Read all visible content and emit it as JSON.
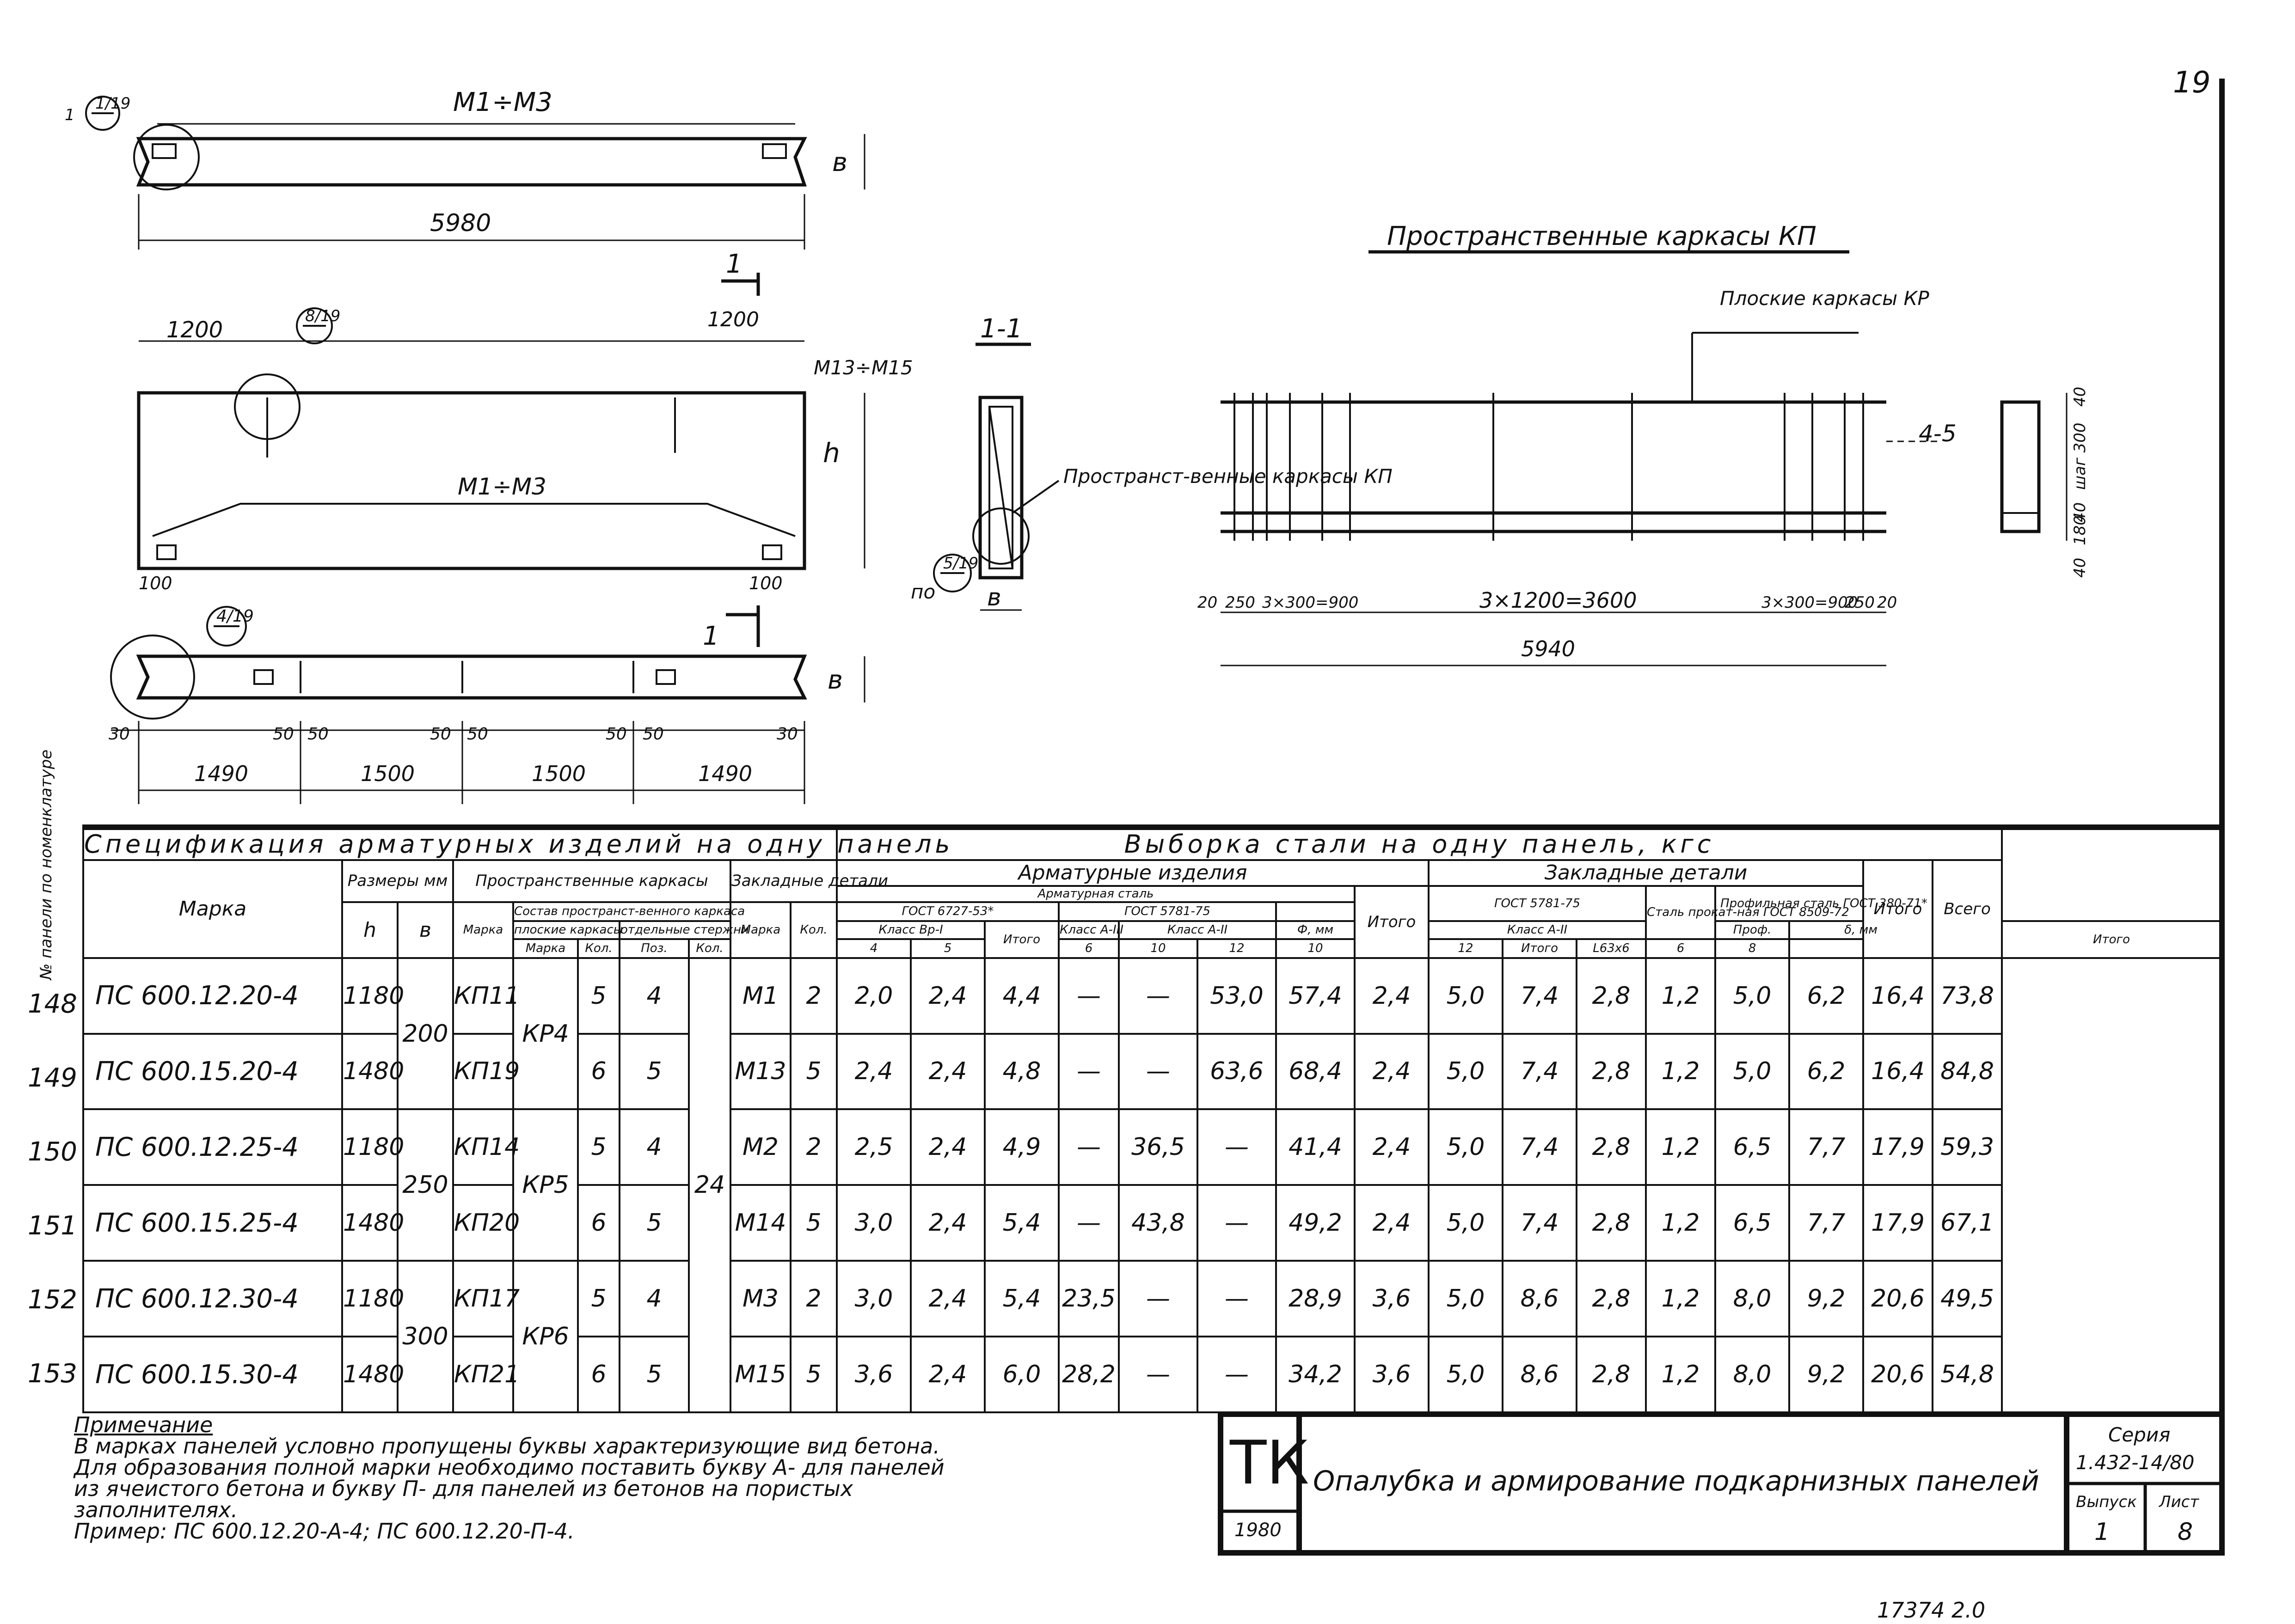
{
  "sheet": {
    "page_number": "19",
    "bottom_stamp": "17374  2.0"
  },
  "drawing": {
    "top_view": {
      "label": "М1÷М3",
      "length": "5980",
      "width_label": "в",
      "callout": "1/19",
      "callout_prefix": "1"
    },
    "elevation": {
      "dim_left": "1200",
      "dim_right": "1200",
      "callout": "8/19",
      "label_top": "М13÷М15",
      "label_mid": "М1÷М3",
      "height_label": "h",
      "dim_bl": "100",
      "dim_br": "100",
      "section_mark": "1"
    },
    "bottom_view": {
      "callout": "4/19",
      "width_label": "в",
      "small_dims": [
        "30",
        "50",
        "50",
        "50",
        "50",
        "50",
        "50",
        "30"
      ],
      "spans": [
        "1490",
        "1500",
        "1500",
        "1490"
      ],
      "section_mark": "1"
    },
    "section": {
      "title": "1-1",
      "leader": "Пространст-венные каркасы КП",
      "callout_prefix": "по",
      "callout": "5/19",
      "width_label": "в"
    },
    "frame": {
      "title": "Пространственные каркасы КП",
      "flat_label": "Плоские каркасы КР",
      "section_label": "4-5",
      "dims": [
        "20",
        "250",
        "3×300=900",
        "3×1200=3600",
        "3×300=900",
        "250",
        "20"
      ],
      "total": "5940",
      "side_dims": [
        "40",
        "шаг 300",
        "40",
        "180",
        "40"
      ]
    }
  },
  "table": {
    "left_head": "№ панели по номенклатуре",
    "spec_title": "Спецификация арматурных изделий на одну панель",
    "steel_title": "Выборка стали на одну панель, кгс",
    "col_mark": "Марка",
    "col_sizes": "Размеры мм",
    "col_h": "h",
    "col_b": "в",
    "col_spatial": "Пространственные каркасы",
    "col_pmark": "Марка",
    "col_composition": "Состав пространст-венного каркаса",
    "col_flat": "плоские каркасы",
    "col_rods": "отдельные стержни",
    "col_sub_mark": "Марка",
    "col_sub_qty": "Кол.",
    "col_sub_pos": "Поз.",
    "col_sub_qty2": "Кол.",
    "col_embedded": "Закладные детали",
    "col_emb_mark": "Марка",
    "col_emb_qty": "Кол.",
    "col_rebar_items": "Арматурные изделия",
    "col_rebar_steel": "Арматурная сталь",
    "gost1": "ГОСТ 6727-53*",
    "class1": "Класс Вр-I",
    "gost2": "ГОСТ 5781-75",
    "class2a": "Класс А-III",
    "class2b": "Класс А-II",
    "phi_mm": "Ф, мм",
    "d4": "4",
    "d5": "5",
    "d6": "6",
    "d10": "10",
    "d12": "12",
    "itogo": "Итого",
    "col_emb_details": "Закладные детали",
    "gost3": "ГОСТ 5781-75",
    "class3": "Класс А-II",
    "phi_mm2": "Ф, мм",
    "e10": "10",
    "e12": "12",
    "col_rolled": "Сталь прокат-ная ГОСТ 8509-72",
    "col_prof": "Проф.",
    "col_angle": "L63х6",
    "col_profile": "Профильная сталь ГОСТ 380-71*",
    "delta_mm": "δ, мм",
    "t6": "6",
    "t8": "8",
    "col_total": "Всего",
    "rows": [
      {
        "no": "148",
        "mark": "ПС 600.12.20-4",
        "h": "1180",
        "b": "200",
        "kp": "КП11",
        "kr": "КР4",
        "kr_q": "5",
        "pos_q": "4",
        "m": "М1",
        "mq": "2",
        "a4": "2,0",
        "a5": "2,4",
        "ai": "4,4",
        "c6": "—",
        "c10": "—",
        "c12": "53,0",
        "ci": "57,4",
        "e10": "2,4",
        "e12": "5,0",
        "ei": "7,4",
        "ang": "2,8",
        "p6": "1,2",
        "p8": "5,0",
        "pi": "6,2",
        "ti": "16,4",
        "total": "73,8"
      },
      {
        "no": "149",
        "mark": "ПС 600.15.20-4",
        "h": "1480",
        "b": "",
        "kp": "КП19",
        "kr": "",
        "kr_q": "6",
        "pos_q": "5",
        "m": "М13",
        "mq": "5",
        "a4": "2,4",
        "a5": "2,4",
        "ai": "4,8",
        "c6": "—",
        "c10": "—",
        "c12": "63,6",
        "ci": "68,4",
        "e10": "2,4",
        "e12": "5,0",
        "ei": "7,4",
        "ang": "2,8",
        "p6": "1,2",
        "p8": "5,0",
        "pi": "6,2",
        "ti": "16,4",
        "total": "84,8"
      },
      {
        "no": "150",
        "mark": "ПС 600.12.25-4",
        "h": "1180",
        "b": "250",
        "kp": "КП14",
        "kr": "КР5",
        "kr_q": "5",
        "pos_q": "4",
        "m": "М2",
        "mq": "2",
        "a4": "2,5",
        "a5": "2,4",
        "ai": "4,9",
        "c6": "—",
        "c10": "36,5",
        "c12": "—",
        "ci": "41,4",
        "e10": "2,4",
        "e12": "5,0",
        "ei": "7,4",
        "ang": "2,8",
        "p6": "1,2",
        "p8": "6,5",
        "pi": "7,7",
        "ti": "17,9",
        "total": "59,3"
      },
      {
        "no": "151",
        "mark": "ПС 600.15.25-4",
        "h": "1480",
        "b": "",
        "kp": "КП20",
        "kr": "",
        "kr_q": "6",
        "pos_q": "5",
        "m": "М14",
        "mq": "5",
        "a4": "3,0",
        "a5": "2,4",
        "ai": "5,4",
        "c6": "—",
        "c10": "43,8",
        "c12": "—",
        "ci": "49,2",
        "e10": "2,4",
        "e12": "5,0",
        "ei": "7,4",
        "ang": "2,8",
        "p6": "1,2",
        "p8": "6,5",
        "pi": "7,7",
        "ti": "17,9",
        "total": "67,1"
      },
      {
        "no": "152",
        "mark": "ПС 600.12.30-4",
        "h": "1180",
        "b": "300",
        "kp": "КП17",
        "kr": "КР6",
        "kr_q": "5",
        "pos_q": "4",
        "m": "М3",
        "mq": "2",
        "a4": "3,0",
        "a5": "2,4",
        "ai": "5,4",
        "c6": "23,5",
        "c10": "—",
        "c12": "—",
        "ci": "28,9",
        "e10": "3,6",
        "e12": "5,0",
        "ei": "8,6",
        "ang": "2,8",
        "p6": "1,2",
        "p8": "8,0",
        "pi": "9,2",
        "ti": "20,6",
        "total": "49,5"
      },
      {
        "no": "153",
        "mark": "ПС 600.15.30-4",
        "h": "1480",
        "b": "",
        "kp": "КП21",
        "kr": "",
        "kr_q": "6",
        "pos_q": "5",
        "m": "М15",
        "mq": "5",
        "a4": "3,6",
        "a5": "2,4",
        "ai": "6,0",
        "c6": "28,2",
        "c10": "—",
        "c12": "—",
        "ci": "34,2",
        "e10": "3,6",
        "e12": "5,0",
        "ei": "8,6",
        "ang": "2,8",
        "p6": "1,2",
        "p8": "8,0",
        "pi": "9,2",
        "ti": "20,6",
        "total": "54,8"
      }
    ],
    "pos_value": "24"
  },
  "note": {
    "title": "Примечание",
    "lines": [
      "В марках панелей условно пропущены буквы характеризующие вид бетона.",
      "Для образования полной марки необходимо поставить букву А- для панелей",
      "из ячеистого бетона и букву П- для панелей из бетонов на пористых",
      "заполнителях.",
      "Пример: ПС 600.12.20-А-4; ПС 600.12.20-П-4."
    ]
  },
  "stamp": {
    "org": "ТК",
    "year": "1980",
    "title": "Опалубка и армирование подкарнизных панелей",
    "series_label": "Серия",
    "series": "1.432-14/80",
    "issue_label": "Выпуск",
    "issue": "1",
    "sheet_label": "Лист",
    "sheet": "8"
  }
}
